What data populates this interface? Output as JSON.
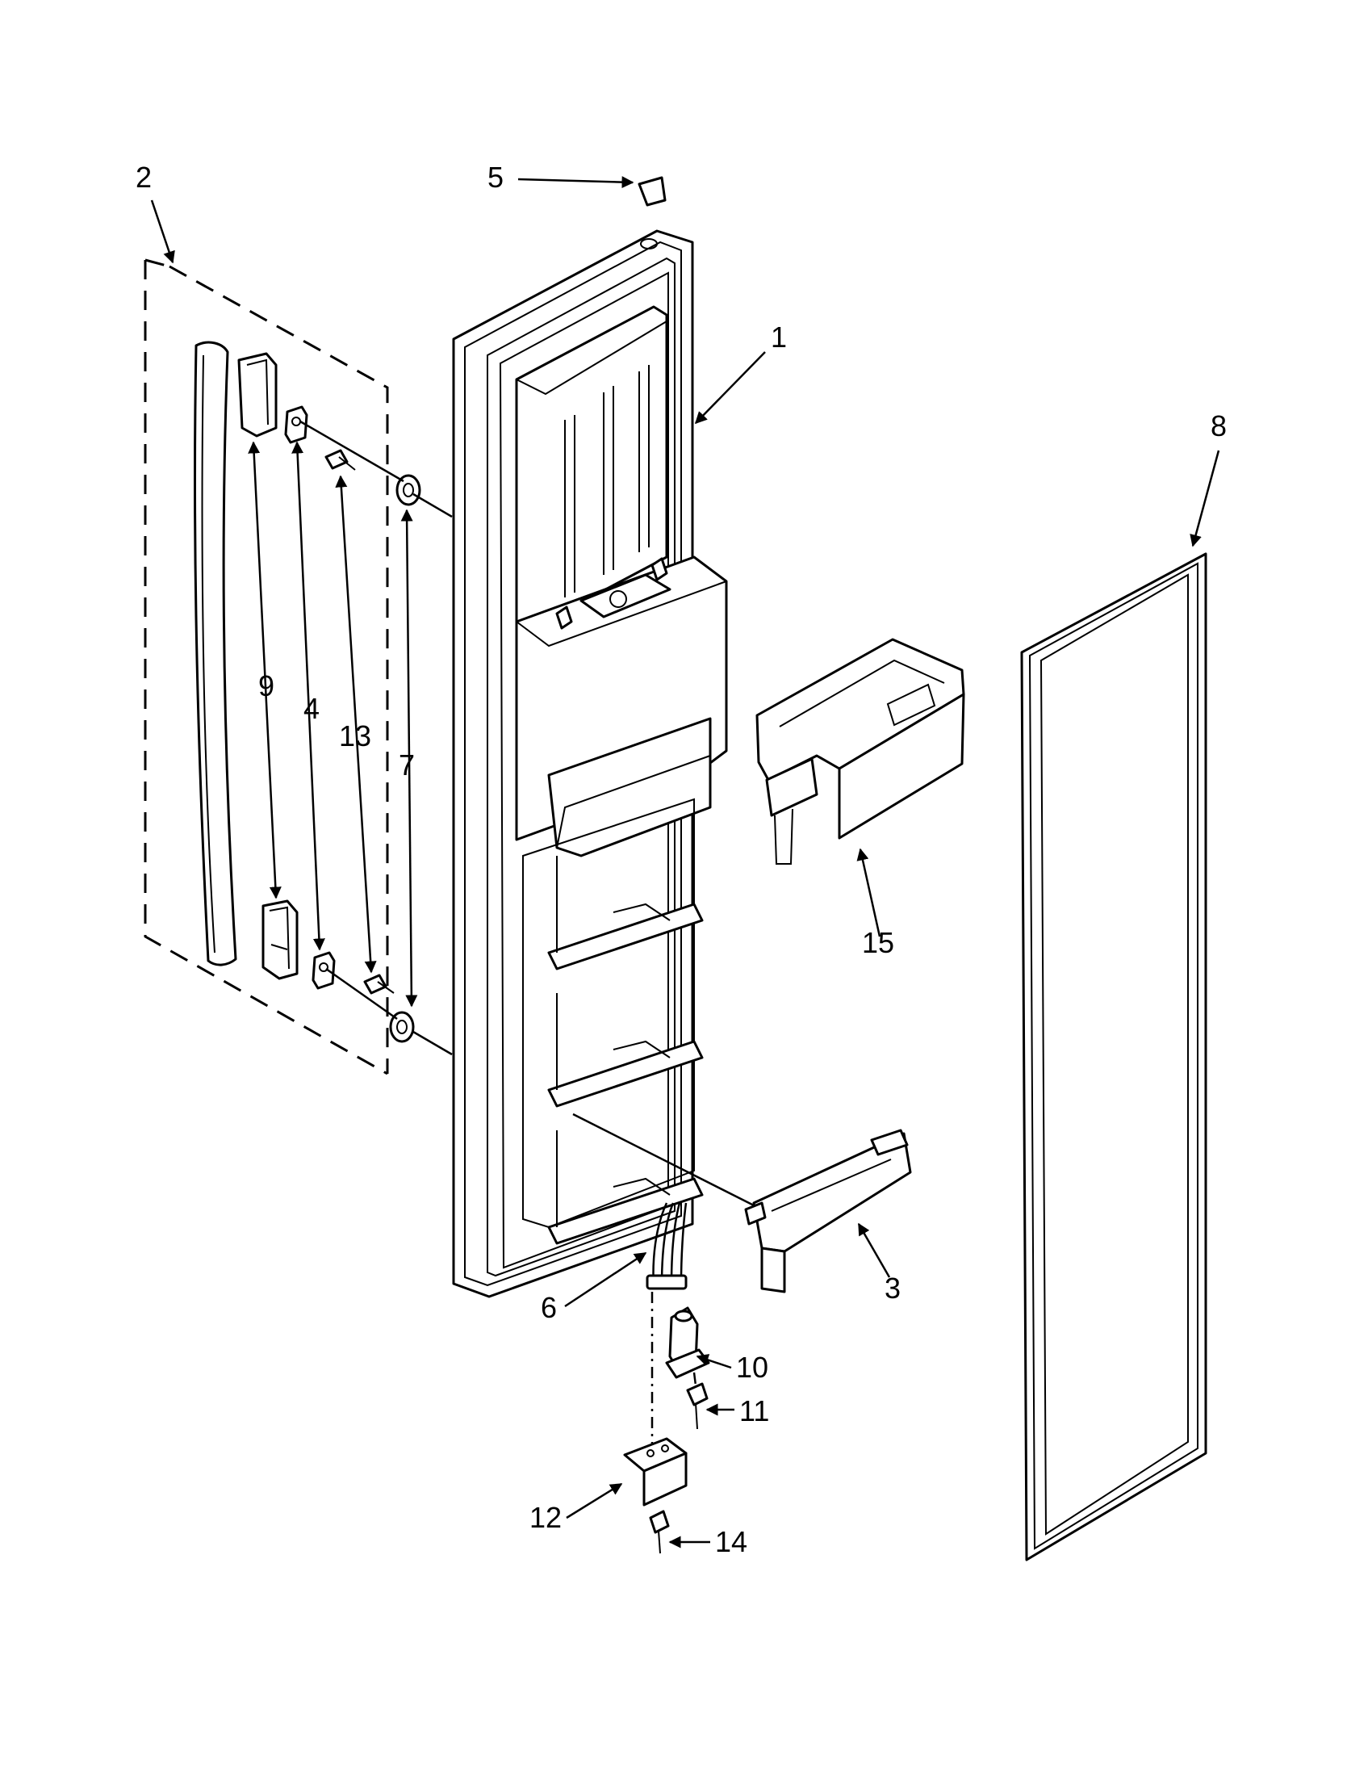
{
  "callouts": {
    "c1": "1",
    "c2": "2",
    "c3": "3",
    "c4": "4",
    "c5": "5",
    "c6": "6",
    "c7": "7",
    "c8": "8",
    "c9": "9",
    "c10": "10",
    "c11": "11",
    "c12": "12",
    "c13": "13",
    "c14": "14",
    "c15": "15"
  },
  "icons": {
    "arrow": "arrowhead-icon"
  }
}
